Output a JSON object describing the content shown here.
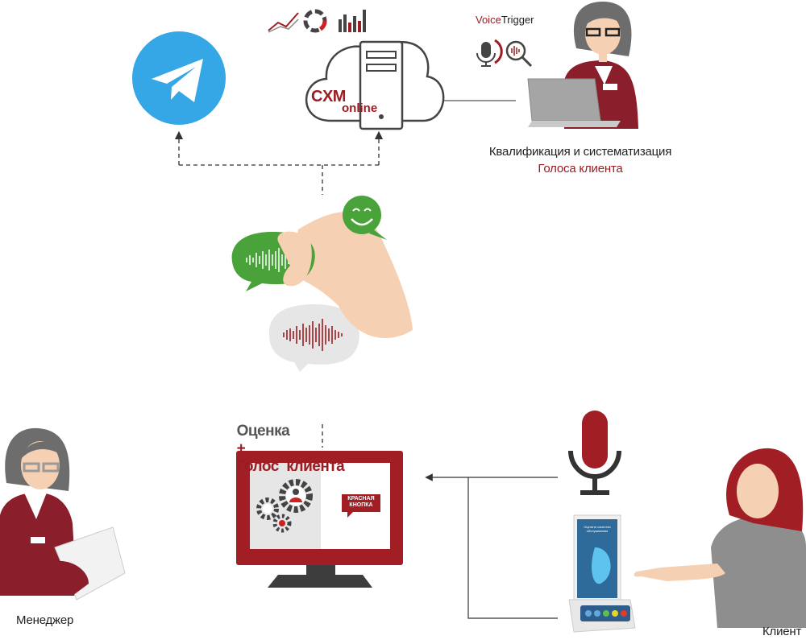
{
  "top": {
    "cloud_brand_main": "CXM",
    "cloud_brand_sub": "online",
    "voicetrigger_part1": "Voice",
    "voicetrigger_part2": "Trigger",
    "qualification_line1": "Квалификация и систематизация",
    "qualification_line2": "Голоса клиента"
  },
  "middle": {
    "rating": "Оценка",
    "plus": "+",
    "voice": "Голос  клиента"
  },
  "monitor": {
    "brand_line1": "КРАСНАЯ",
    "brand_line2": "КНОПКА"
  },
  "device": {
    "screen_text": "Оцените качество обслуживания"
  },
  "people": {
    "manager_label": "Менеджер",
    "client_label": "Клиент"
  },
  "colors": {
    "brand_red": "#9b1c22",
    "telegram_blue": "#35a6e6",
    "bubble_green": "#4aa23a",
    "gray": "#555555"
  }
}
